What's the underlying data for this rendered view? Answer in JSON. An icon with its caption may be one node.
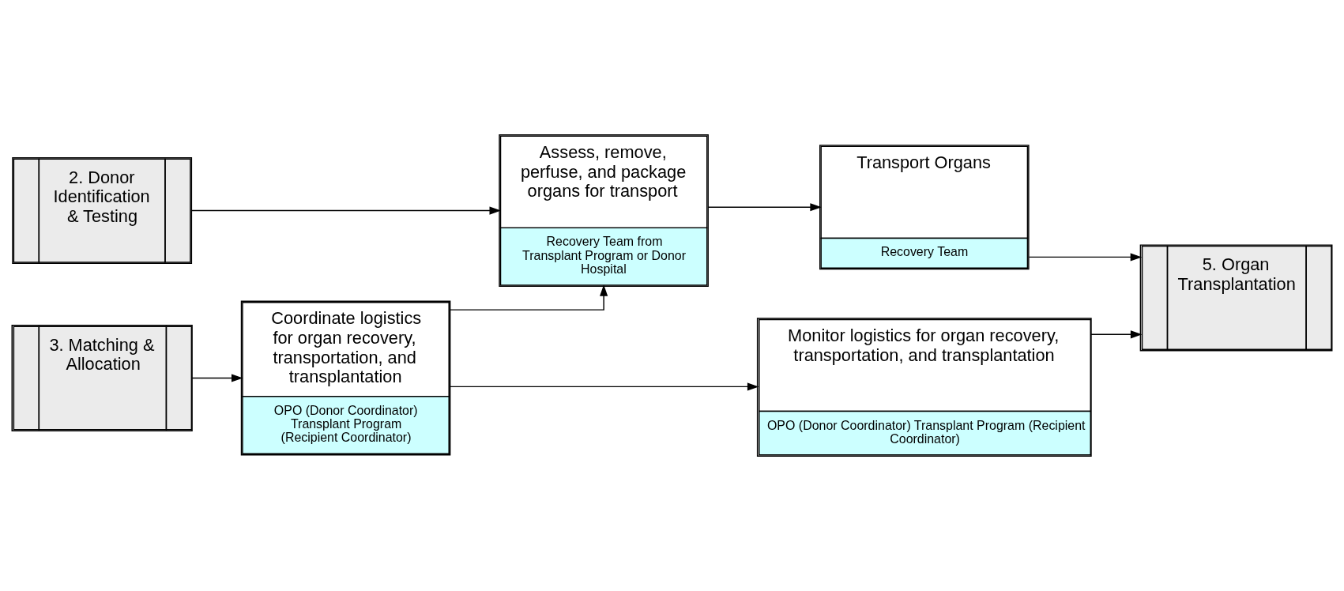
{
  "diagram": {
    "nodes": [
      {
        "text": [
          "2. Donor Identification & Testing"
        ]
      },
      {
        "text": [
          "3. Matching & Allocation"
        ]
      },
      {
        "text": [
          "Coordinate logistics for organ recovery, transportation, and transplantation",
          "OPO (Donor Coordinator) Transplant Program (Recipient Coordinator)"
        ]
      },
      {
        "text": [
          "Assess, remove, perfuse, and package organs for transport",
          "Recovery Team from Transplant Program or Donor Hospital"
        ]
      },
      {
        "text": [
          "Transport Organs",
          "Recovery Team"
        ]
      },
      {
        "text": [
          "5. Organ Transplantation"
        ]
      },
      {
        "text": [
          "Monitor logistics for organ recovery, transportation, and transplantation",
          "OPO (Donor Coordinator) Transplant Program (Recipient Coordinator)"
        ]
      }
    ],
    "edges": [
      {
        "from": 0,
        "to": 3,
        "arrow": "to"
      },
      {
        "from": 1,
        "to": 2,
        "arrow": "to"
      },
      {
        "from": 2,
        "to": 3,
        "arrow": "to"
      },
      {
        "from": 2,
        "to": 6,
        "arrow": "to"
      },
      {
        "from": 3,
        "to": 4,
        "arrow": "to"
      },
      {
        "from": 4,
        "to": 5,
        "arrow": "to"
      },
      {
        "from": 6,
        "to": 5,
        "arrow": "to"
      }
    ]
  }
}
